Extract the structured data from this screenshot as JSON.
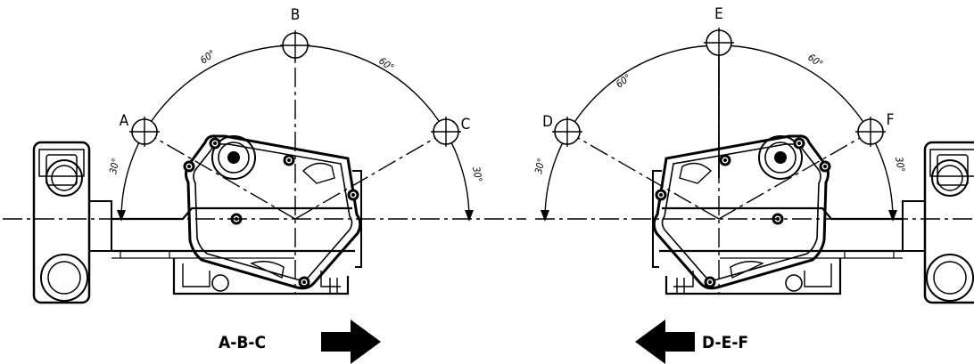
{
  "left_view": {
    "positions": [
      "A",
      "B",
      "C"
    ],
    "angles": [
      "60°",
      "60°",
      "30°",
      "30°"
    ],
    "sequence_label": "A-B-C",
    "arrow_direction": "right"
  },
  "right_view": {
    "positions": [
      "D",
      "E",
      "F"
    ],
    "angles": [
      "60°",
      "60°",
      "30°",
      "30°"
    ],
    "sequence_label": "D-E-F",
    "arrow_direction": "left"
  },
  "colors": {
    "ink": "#000000",
    "paper": "#ffffff"
  }
}
